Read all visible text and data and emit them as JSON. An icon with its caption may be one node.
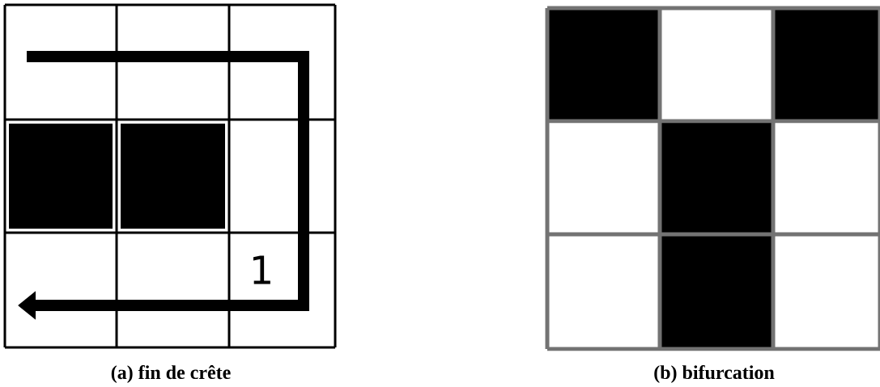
{
  "diagram": {
    "labels": [
      "1",
      "(a) fin de crête",
      "(b) bifurcation"
    ]
  }
}
